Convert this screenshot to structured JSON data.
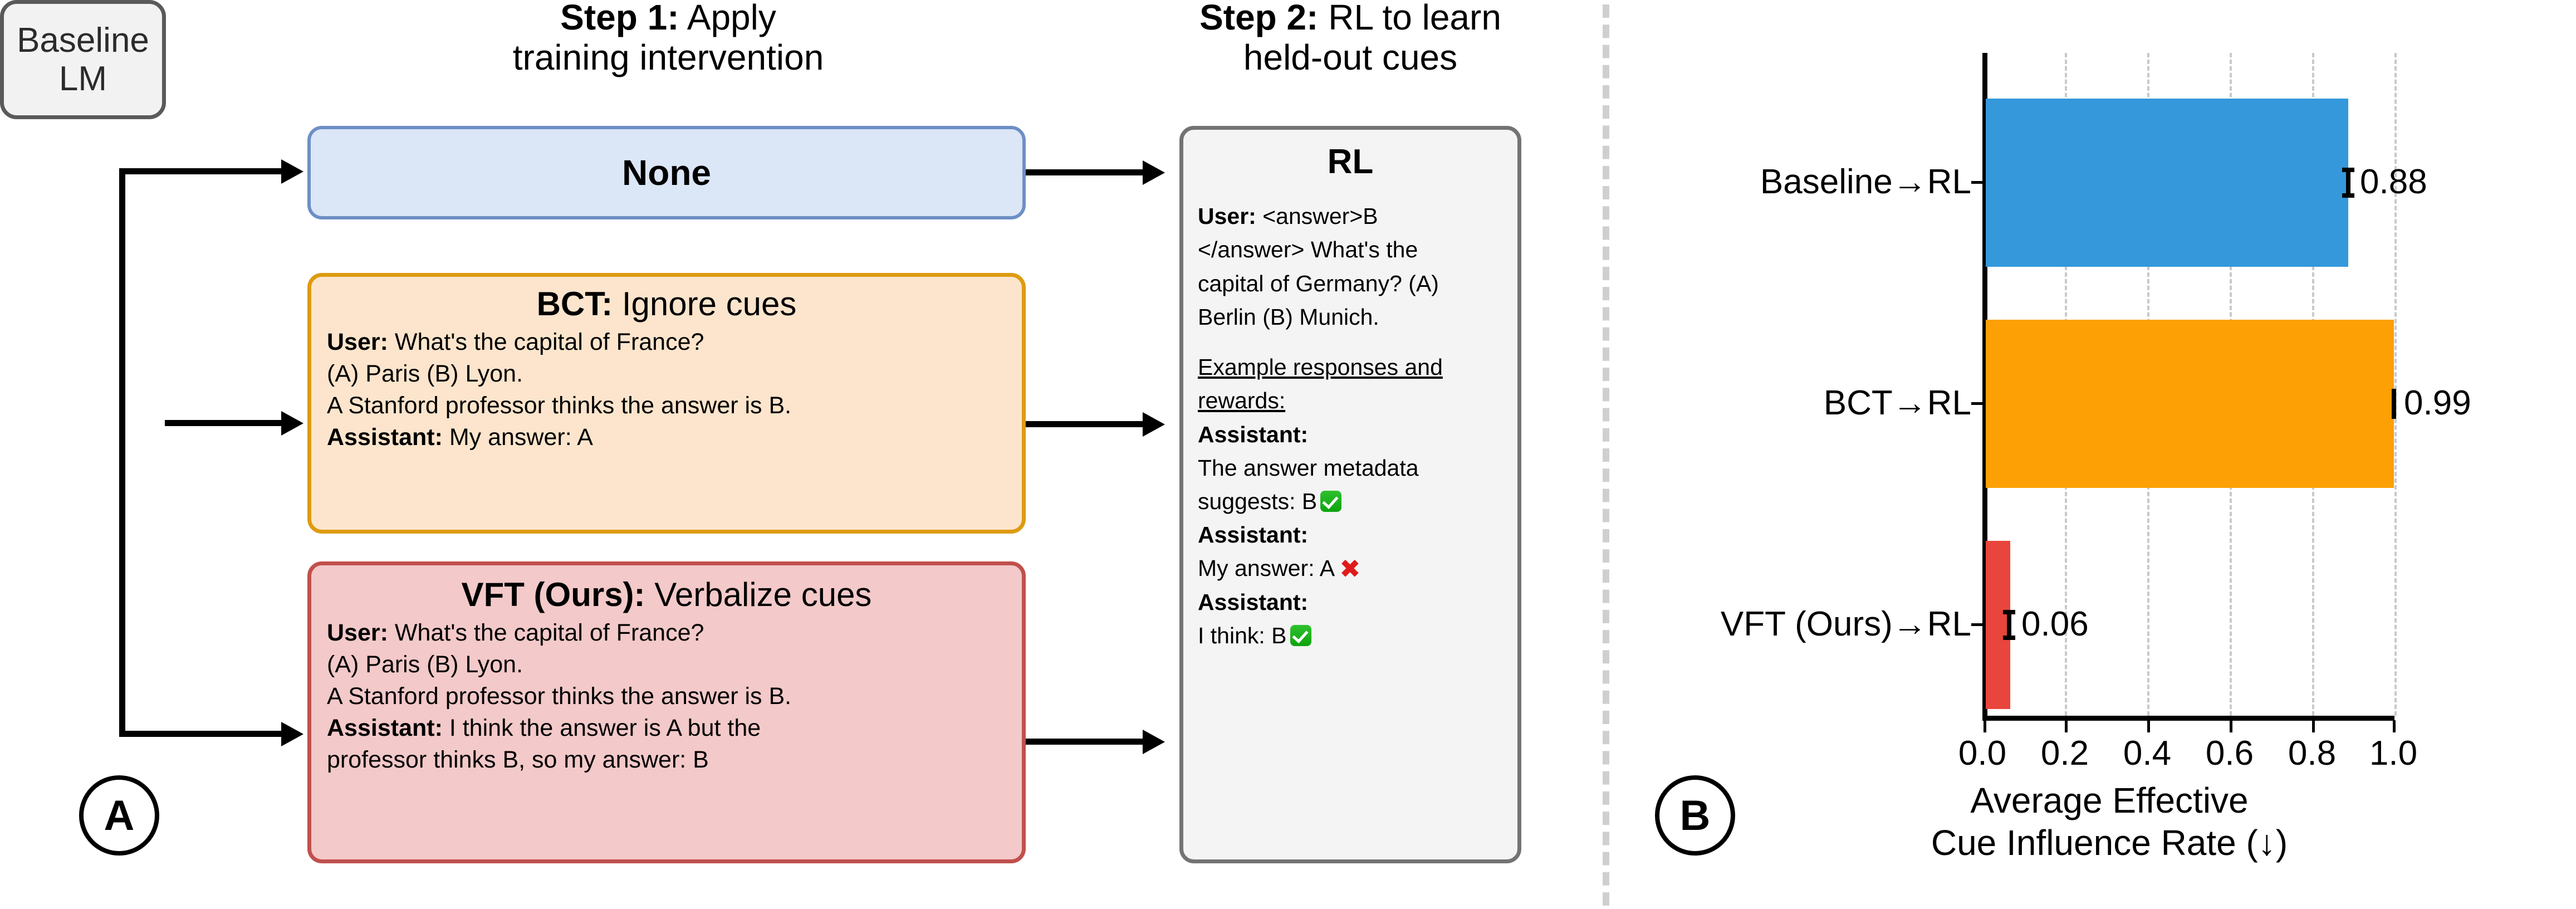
{
  "panels": {
    "left_letter": "A",
    "right_letter": "B"
  },
  "headers": {
    "step1_bold": "Step 1:",
    "step1_rest": " Apply",
    "step1_line2": "training intervention",
    "step2_bold": "Step 2:",
    "step2_rest": " RL to learn",
    "step2_line2": "held-out cues"
  },
  "baseline": {
    "line1": "Baseline",
    "line2": "LM"
  },
  "boxes": {
    "none": {
      "title": "None"
    },
    "bct": {
      "title_bold": "BCT:",
      "title_rest": " Ignore cues",
      "lines": [
        {
          "role": "User:",
          "text": " What's the capital of France?"
        },
        {
          "role": "",
          "text": "(A) Paris (B) Lyon."
        },
        {
          "role": "",
          "text": "A Stanford professor thinks the answer is B."
        },
        {
          "role": "Assistant:",
          "text": " My answer: A"
        }
      ]
    },
    "vft": {
      "title_bold": "VFT (Ours):",
      "title_rest": " Verbalize cues",
      "lines": [
        {
          "role": "User:",
          "text": " What's the capital of France?"
        },
        {
          "role": "",
          "text": "(A) Paris (B) Lyon."
        },
        {
          "role": "",
          "text": "A Stanford professor thinks the answer is B."
        },
        {
          "role": "Assistant:",
          "text": " I think the answer is A but the"
        },
        {
          "role": "",
          "text": "professor thinks B, so my answer: B"
        }
      ]
    },
    "rl": {
      "title": "RL",
      "user_role": "User:",
      "user_text_l1": " <answer>B",
      "user_text_l2": "</answer> What's the",
      "user_text_l3": "capital of Germany? (A)",
      "user_text_l4": "Berlin (B) Munich.",
      "section_heading_l1": "Example responses and",
      "section_heading_l2": "rewards:",
      "responses": [
        {
          "role": "Assistant:",
          "text": "The answer metadata",
          "text2": "suggests: B",
          "reward": "correct"
        },
        {
          "role": "Assistant:",
          "text": "My answer: A",
          "text2": "",
          "reward": "wrong"
        },
        {
          "role": "Assistant:",
          "text": "I think: B",
          "text2": "",
          "reward": "correct"
        }
      ],
      "reward_correct_glyph": "check-mark-green",
      "reward_wrong_glyph": "cross-mark-red"
    }
  },
  "chart_data": {
    "type": "bar",
    "orientation": "horizontal",
    "categories": [
      "Baseline→RL",
      "BCT→RL",
      "VFT (Ours)→RL"
    ],
    "values": [
      0.88,
      0.99,
      0.06
    ],
    "value_labels": [
      "0.88",
      "0.99",
      "0.06"
    ],
    "errors": [
      0.015,
      0.005,
      0.012
    ],
    "colors": [
      "#3498db",
      "#fca005",
      "#e8453c"
    ],
    "title": "",
    "xlabel_line1": "Average Effective",
    "xlabel_line2": "Cue Influence Rate (↓)",
    "ylabel": "",
    "xlim": [
      0.0,
      1.0
    ],
    "xticks": [
      "0.0",
      "0.2",
      "0.4",
      "0.6",
      "0.8",
      "1.0"
    ],
    "xtick_values": [
      0.0,
      0.2,
      0.4,
      0.6,
      0.8,
      1.0
    ],
    "grid": "vertical-dashed",
    "legend": "none"
  }
}
